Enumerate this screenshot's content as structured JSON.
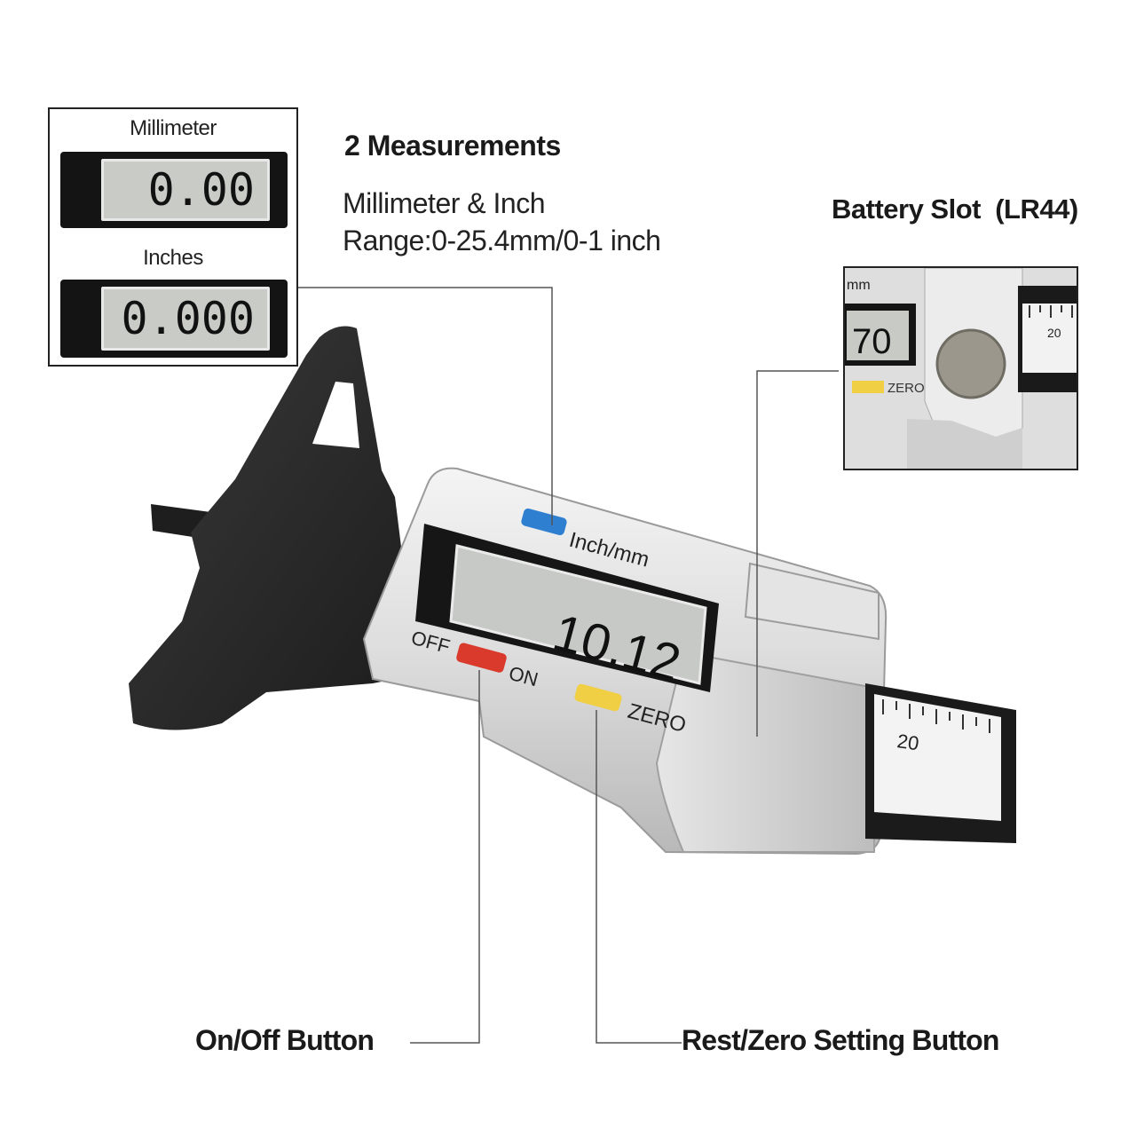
{
  "measurements": {
    "heading": "2 Measurements",
    "line1": "Millimeter & Inch",
    "line2": "Range:0-25.4mm/0-1 inch"
  },
  "display_inset": {
    "mm_label": "Millimeter",
    "mm_value": "0.00",
    "inch_label": "Inches",
    "inch_value": "0.000"
  },
  "battery": {
    "label": "Battery Slot  (LR44)",
    "inset_unit": "mm",
    "inset_reading": "70",
    "inset_zero": "ZERO",
    "inset_scale": "20"
  },
  "gauge": {
    "reading": "10.12",
    "mode_label": "Inch/mm",
    "off_label": "OFF",
    "on_label": "ON",
    "zero_label": "ZERO",
    "scale_number": "20"
  },
  "callouts": {
    "onoff": "On/Off Button",
    "zero": "Rest/Zero Setting Button"
  },
  "colors": {
    "mode_button": "#2f7fd0",
    "power_button": "#d93a2b",
    "zero_button": "#f0cf45"
  }
}
